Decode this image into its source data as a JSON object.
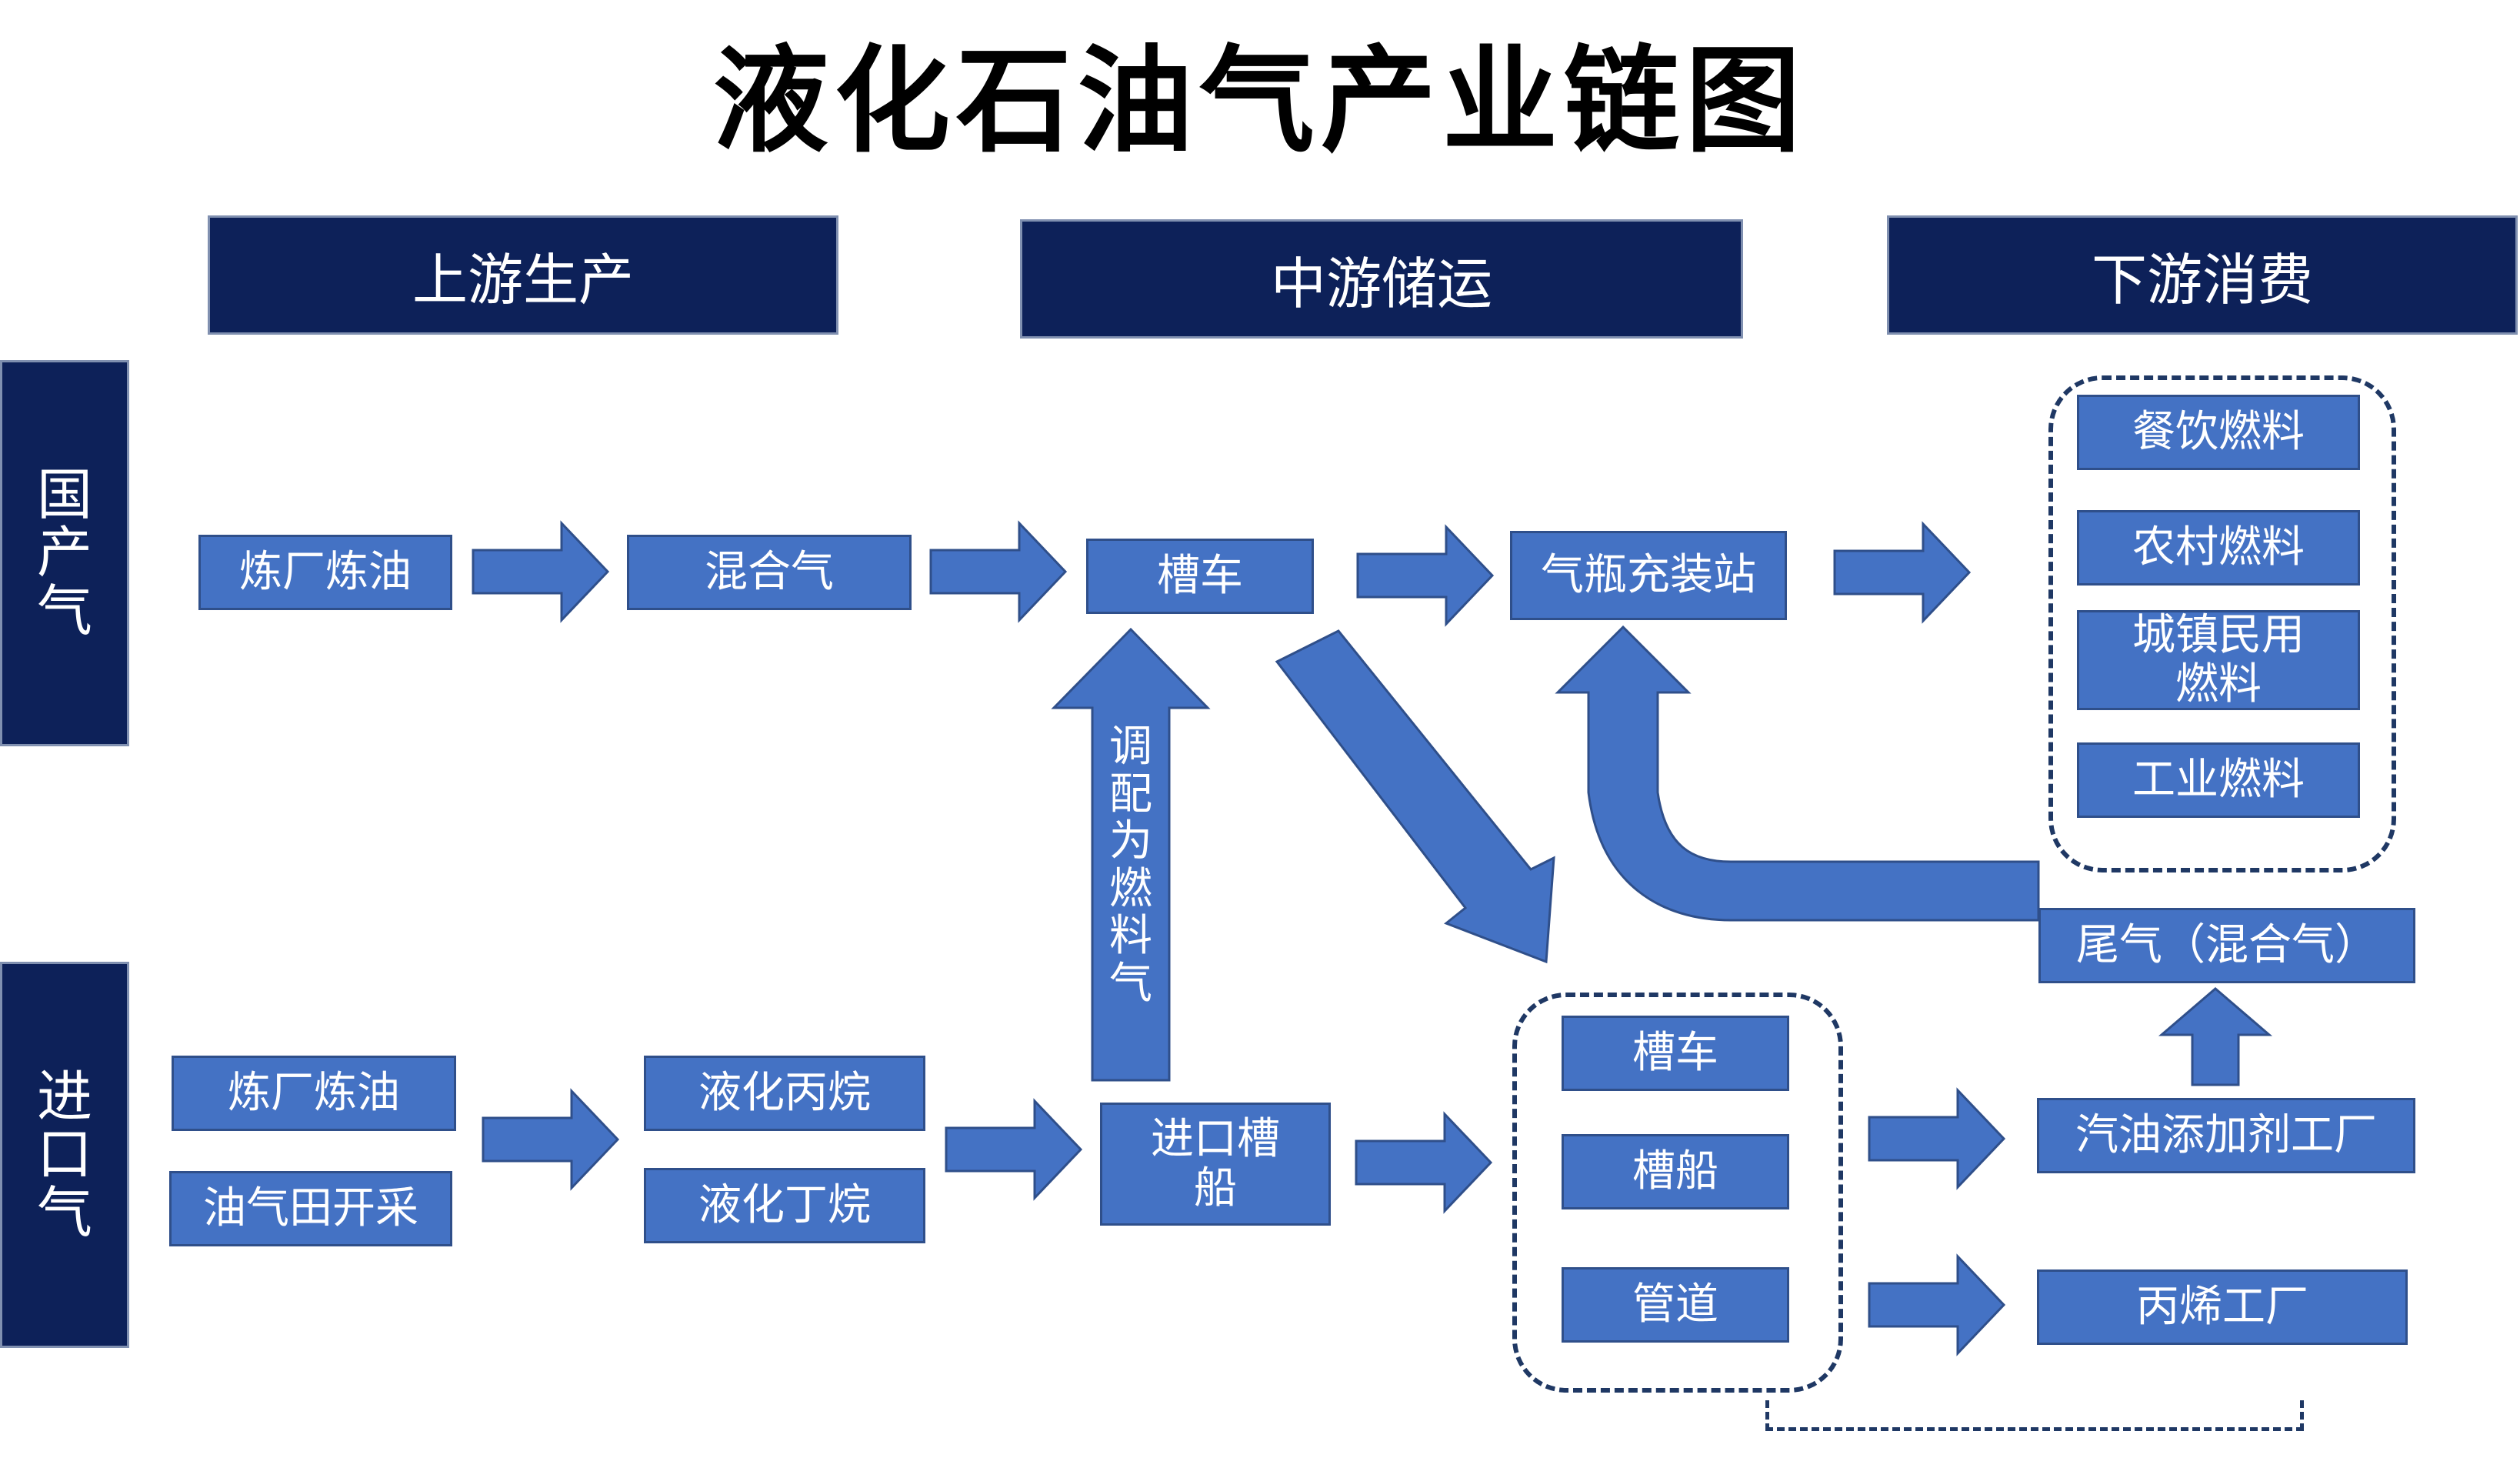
{
  "title": "液化石油气产业链图",
  "headers": {
    "upstream": "上游生产",
    "midstream": "中游储运",
    "downstream": "下游消费"
  },
  "side_labels": {
    "domestic": [
      "国",
      "产",
      "气"
    ],
    "imported": [
      "进",
      "口",
      "气"
    ]
  },
  "domestic": {
    "refinery": "炼厂炼油",
    "mixed_gas": "混合气",
    "tanker": "槽车",
    "filling_station": "气瓶充装站"
  },
  "imported": {
    "refinery": "炼厂炼油",
    "oilfield": "油气田开采",
    "propane": "液化丙烷",
    "butane": "液化丁烷",
    "import_tanker": "进口槽船",
    "tanker": "槽车",
    "tank_ship": "槽船",
    "pipeline": "管道"
  },
  "consumption": {
    "catering": "餐饮燃料",
    "rural": "农村燃料",
    "urban_line1": "城镇民用",
    "urban_line2": "燃料",
    "industrial": "工业燃料"
  },
  "processing": {
    "tail_gas": "尾气（混合气）",
    "gasoline_additive": "汽油添加剂工厂",
    "propylene": "丙烯工厂"
  },
  "arrow_label": [
    "调",
    "配",
    "为",
    "燃",
    "料",
    "气"
  ],
  "import_tanker_lines": [
    "进口槽",
    "船"
  ],
  "colors": {
    "header": "#0d2159",
    "box": "#4472c4",
    "arrow": "#4472c4",
    "dashed": "#1f3864"
  }
}
